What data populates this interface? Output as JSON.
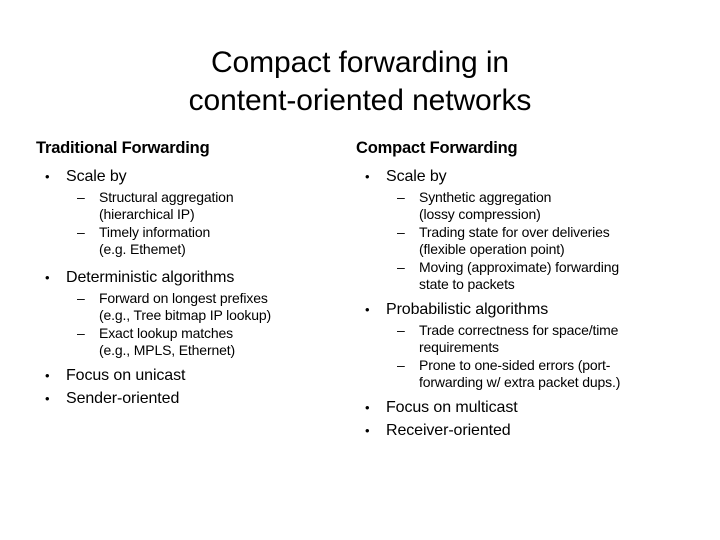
{
  "slide": {
    "title_line_1": "Compact forwarding in",
    "title_line_2": "content-oriented networks",
    "bullet_glyph_level1": "•",
    "bullet_glyph_level2": "–",
    "background_color": "#ffffff",
    "text_color": "#000000"
  },
  "left_column": {
    "heading": "Traditional Forwarding",
    "items": [
      {
        "text": "Scale by",
        "subitems": [
          {
            "line1": "Structural aggregation",
            "line2": "(hierarchical IP)"
          },
          {
            "line1": "Timely information",
            "line2": "(e.g. Ethemet)"
          }
        ]
      },
      {
        "text": "Deterministic algorithms",
        "subitems": [
          {
            "line1": "Forward on longest prefixes",
            "line2": "(e.g., Tree bitmap IP lookup)"
          },
          {
            "line1": "Exact lookup matches",
            "line2": "(e.g., MPLS, Ethernet)"
          }
        ]
      },
      {
        "text": "Focus on unicast",
        "subitems": []
      },
      {
        "text": "Sender-oriented",
        "subitems": []
      }
    ]
  },
  "right_column": {
    "heading": "Compact Forwarding",
    "items": [
      {
        "text": "Scale by",
        "subitems": [
          {
            "line1": "Synthetic aggregation",
            "line2": "(lossy compression)"
          },
          {
            "line1": "Trading state for over deliveries",
            "line2": "(flexible operation point)"
          },
          {
            "line1": "Moving (approximate) forwarding",
            "line2": "state to packets"
          }
        ]
      },
      {
        "text": "Probabilistic algorithms",
        "subitems": [
          {
            "line1": "Trade correctness for space/time",
            "line2": "requirements"
          },
          {
            "line1": "Prone to one-sided errors (port-",
            "line2": "forwarding w/ extra packet dups.)"
          }
        ]
      },
      {
        "text": "Focus on multicast",
        "subitems": []
      },
      {
        "text": "Receiver-oriented",
        "subitems": []
      }
    ]
  }
}
